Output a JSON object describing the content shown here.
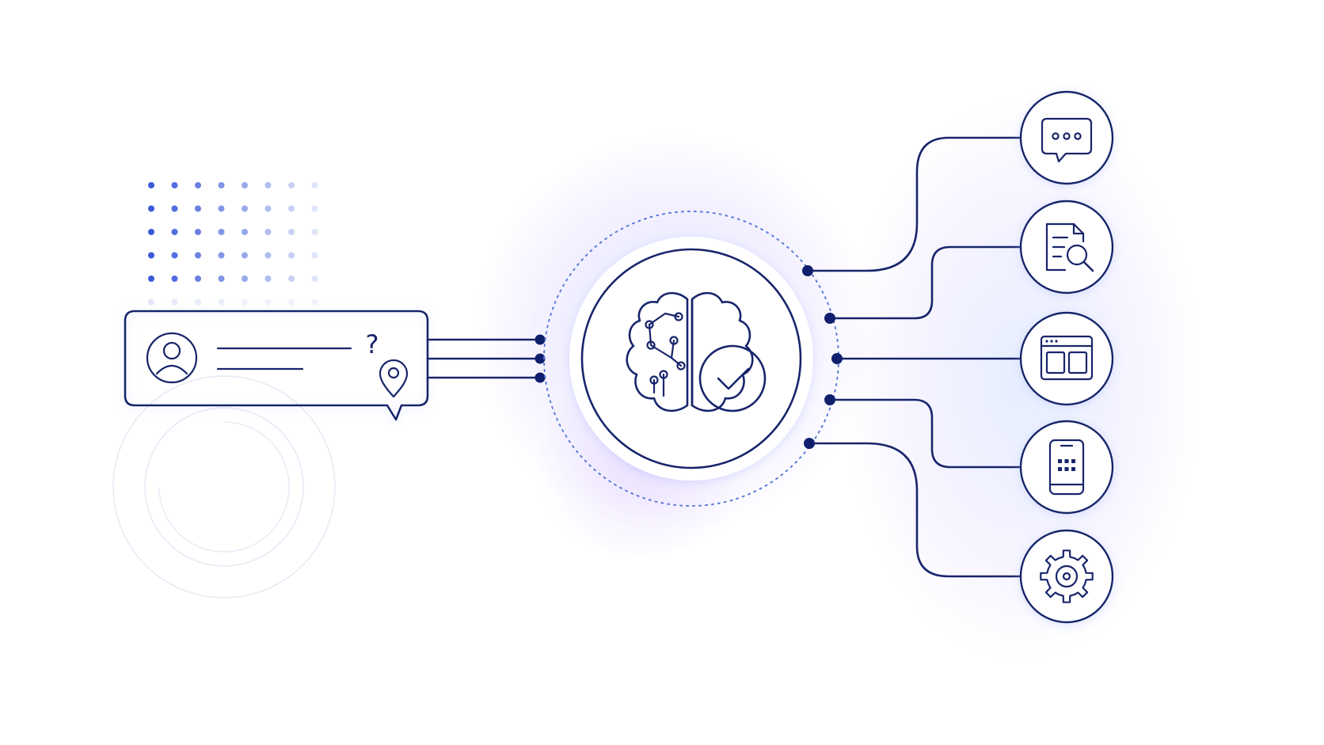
{
  "query_card": {
    "question_mark": "?",
    "icons": [
      "user-avatar-icon",
      "location-pin-icon"
    ]
  },
  "hub": {
    "icons": [
      "brain-circuit-icon",
      "check-circle-icon"
    ]
  },
  "outputs": [
    {
      "name": "chat",
      "icon": "chat-bubble-icon"
    },
    {
      "name": "document-search",
      "icon": "document-search-icon"
    },
    {
      "name": "web-app",
      "icon": "browser-window-icon"
    },
    {
      "name": "mobile-app",
      "icon": "mobile-phone-icon"
    },
    {
      "name": "settings",
      "icon": "gear-icon"
    }
  ],
  "colors": {
    "line": "#18256b",
    "dot": "#0f1f6e",
    "dot_grid": "#3a5ad9",
    "glow_blue": "#c8daff",
    "glow_violet": "#d4c8ff"
  }
}
